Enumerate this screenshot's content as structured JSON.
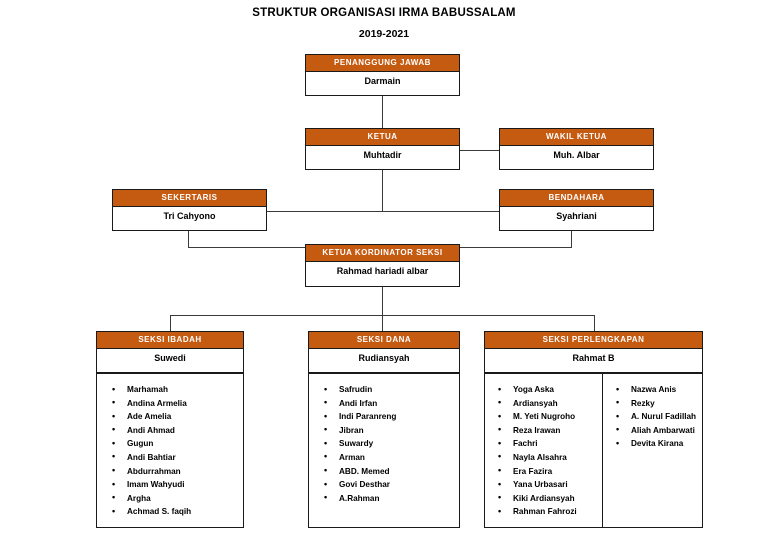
{
  "document": {
    "title": "STRUKTUR ORGANISASI IRMA BABUSSALAM",
    "period": "2019-2021"
  },
  "theme": {
    "header_color": "#C55A11",
    "header_text_color": "#FFFFFF",
    "border_color": "#1A1A1A",
    "body_background": "#FFFFFF"
  },
  "nodes": {
    "penanggung_jawab": {
      "role": "PENANGGUNG JAWAB",
      "name": "Darmain"
    },
    "ketua": {
      "role": "KETUA",
      "name": "Muhtadir"
    },
    "wakil_ketua": {
      "role": "WAKIL KETUA",
      "name": "Muh. Albar"
    },
    "sekertaris": {
      "role": "SEKERTARIS",
      "name": "Tri Cahyono"
    },
    "bendahara": {
      "role": "BENDAHARA",
      "name": "Syahriani"
    },
    "koordinator": {
      "role": "KETUA KORDINATOR SEKSI",
      "name": "Rahmad hariadi albar"
    },
    "seksi_ibadah": {
      "role": "SEKSI IBADAH",
      "name": "Suwedi",
      "members": [
        "Marhamah",
        "Andina Armelia",
        "Ade Amelia",
        "Andi Ahmad",
        "Gugun",
        "Andi Bahtiar",
        "Abdurrahman",
        "Imam Wahyudi",
        "Argha",
        "Achmad S. faqih"
      ]
    },
    "seksi_dana": {
      "role": "SEKSI DANA",
      "name": "Rudiansyah",
      "members": [
        "Safrudin",
        "Andi Irfan",
        "Indi Paranreng",
        "Jibran",
        "Suwardy",
        "Arman",
        "ABD. Memed",
        "Govi Desthar",
        "A.Rahman"
      ]
    },
    "seksi_perlengkapan": {
      "role": "SEKSI PERLENGKAPAN",
      "name": "Rahmat B",
      "members_left": [
        "Yoga Aska",
        "Ardiansyah",
        "M. Yeti Nugroho",
        "Reza Irawan",
        "Fachri",
        "Nayla Alsahra",
        "Era Fazira",
        "Yana Urbasari",
        "Kiki Ardiansyah",
        "Rahman Fahrozi"
      ],
      "members_right": [
        "Nazwa Anis",
        "Rezky",
        "A. Nurul Fadillah",
        "Aliah Ambarwati",
        "Devita Kirana"
      ]
    }
  }
}
